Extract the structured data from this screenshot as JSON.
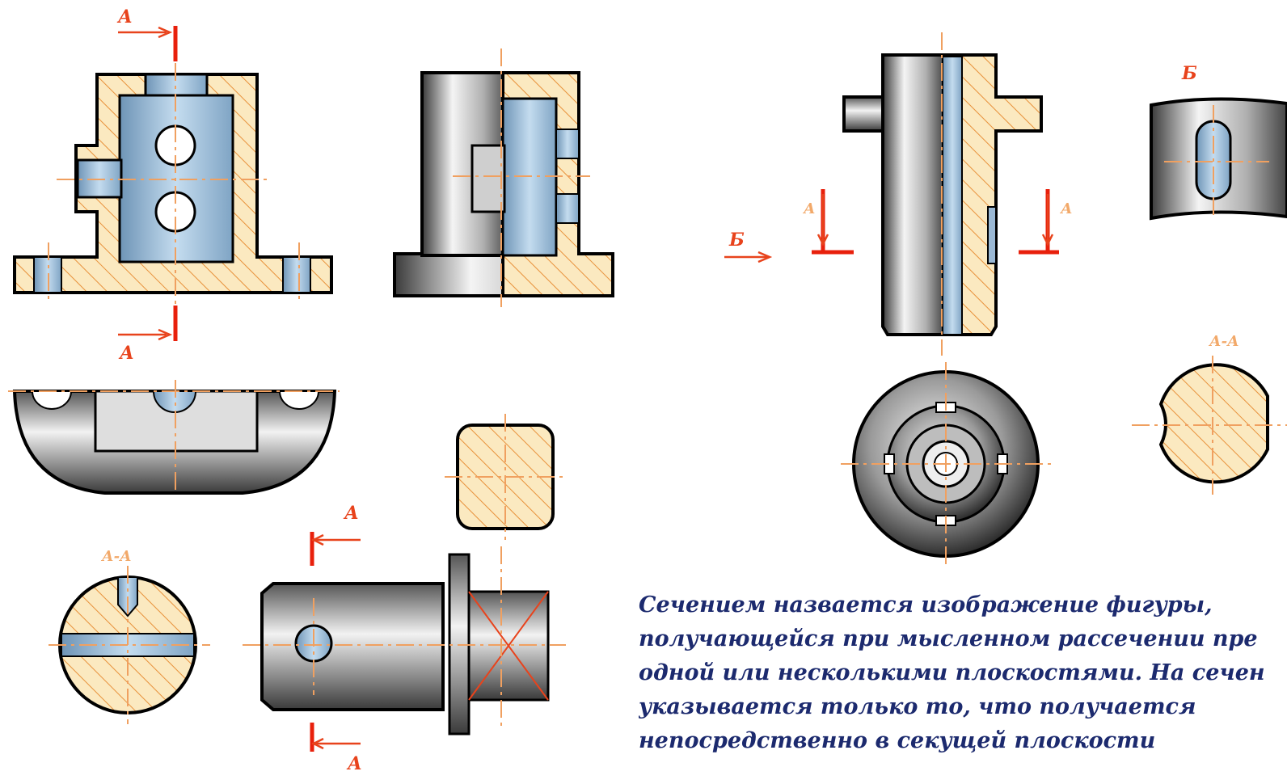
{
  "labels": {
    "a_top_left": "А",
    "a_bottom_left": "А",
    "a_arrow_right_top": "А",
    "a_arrow_right_bottom": "А",
    "a_vert_left": "А",
    "a_vert_right": "А",
    "b_arrow": "Б",
    "b_view": "Б",
    "section_aa_left": "А-А",
    "section_aa_right": "А-А"
  },
  "definition": {
    "lines": [
      "Сечением назвается изображение фигуры,",
      "получающейся при мысленном рассечении пре",
      "одной или несколькими плоскостями. На сечен",
      "указывается только то, что получается",
      "непосредственно в секущей плоскости"
    ]
  },
  "colors": {
    "hatch_bg": "#fbe9c0",
    "hatch_line": "#e8913a",
    "blue_fill": "#a7c8e2",
    "cut_line": "#e8200c",
    "text": "#1c2a6e"
  }
}
